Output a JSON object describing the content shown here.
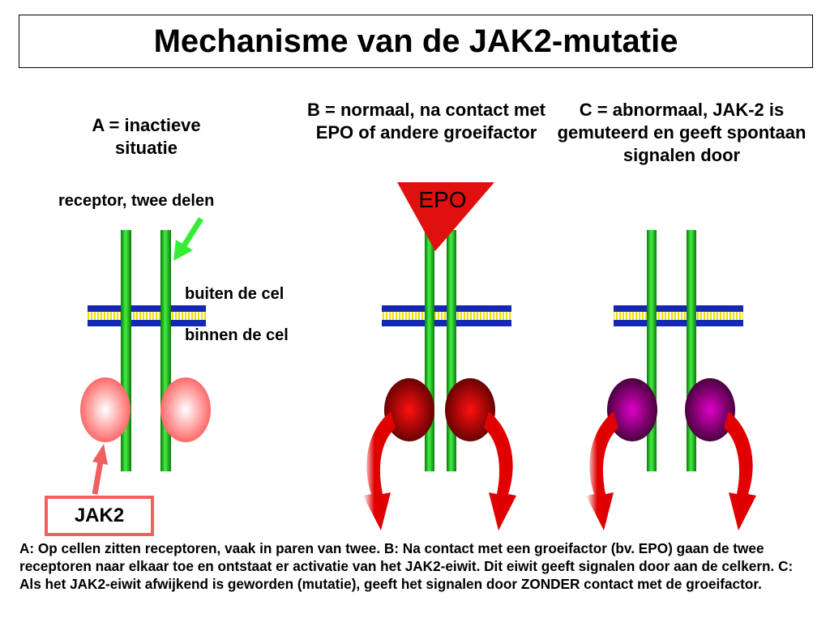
{
  "title": "Mechanisme van de JAK2-mutatie",
  "panels": {
    "a_heading": "A = inactieve situatie",
    "b_heading": "B = normaal, na contact met EPO of andere groeifactor",
    "c_heading": "C = abnormaal, JAK-2 is gemuteerd en geeft spontaan signalen door"
  },
  "labels": {
    "receptor": "receptor, twee delen",
    "outside": "buiten de cel",
    "inside": "binnen de cel",
    "epo": "EPO",
    "jak2": "JAK2"
  },
  "caption": "A: Op cellen zitten receptoren, vaak in paren van twee. B: Na contact met een groeifactor (bv. EPO) gaan de twee receptoren naar elkaar toe en ontstaat er activatie van het JAK2-eiwit. Dit eiwit geeft signalen door aan de celkern. C: Als het JAK2-eiwit afwijkend is geworden (mutatie), geeft het signalen door ZONDER contact met de groeifactor.",
  "colors": {
    "receptor": "#22cc22",
    "membrane_blue": "#1428b4",
    "membrane_yellow": "#e8e000",
    "jak_inactive": "#ff6a6a",
    "jak_active": "#c00000",
    "jak_mutant": "#b0009a",
    "signal_arrow": "#e00000",
    "pointer_arrow": "#33ee33",
    "jak_box_border": "#f06060",
    "epo": "#e01010"
  }
}
